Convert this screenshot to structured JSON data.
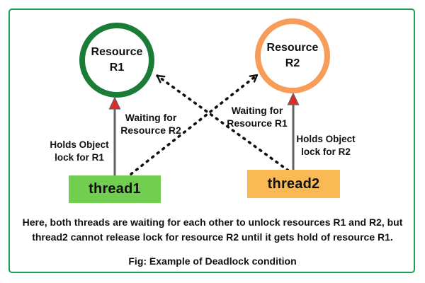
{
  "frame": {
    "border_color": "#1f9d55",
    "background_color": "#ffffff"
  },
  "diagram": {
    "type": "deadlock-resource-allocation-graph",
    "resources": [
      {
        "id": "R1",
        "label": "Resource\nR1",
        "ring_color": "#1b7c38"
      },
      {
        "id": "R2",
        "label": "Resource\nR2",
        "ring_color": "#f89c5a"
      }
    ],
    "threads": [
      {
        "id": "thread1",
        "label": "thread1",
        "fill_color": "#72ce50"
      },
      {
        "id": "thread2",
        "label": "thread2",
        "fill_color": "#f9b955"
      }
    ],
    "edges": {
      "holds_r1_label": "Holds Object\nlock for R1",
      "holds_r2_label": "Holds Object\nlock for R2",
      "waiting_r2_label": "Waiting for\nResource R2",
      "waiting_r1_label": "Waiting for\nResource R1"
    },
    "arrow_colors": {
      "solid_line": "#5f6368",
      "solid_head_fill": "#e02b20",
      "dashed_line": "#111111"
    }
  },
  "description": "Here, both threads are waiting for each other to unlock resources R1 and R2, but\nthread2 cannot release lock for resource R2 until it gets hold of resource R1.",
  "caption": "Fig: Example of Deadlock condition"
}
